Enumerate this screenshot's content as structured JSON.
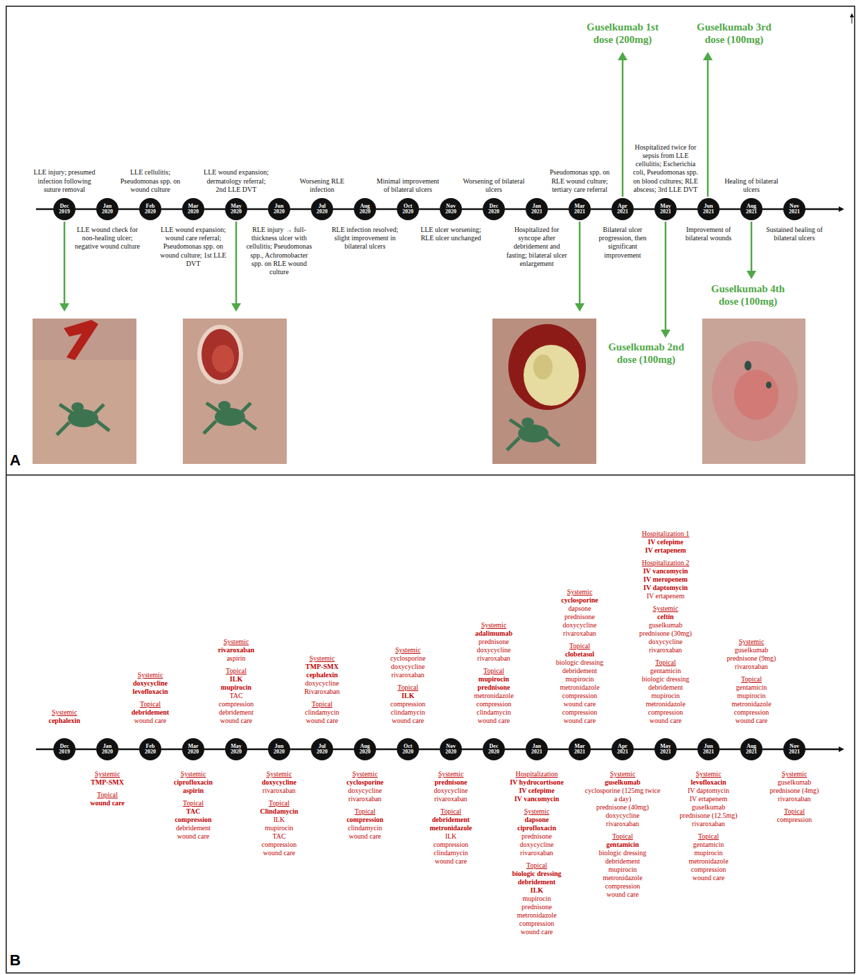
{
  "diagram": {
    "nodes": [
      {
        "text": [
          "Dec 2019"
        ]
      },
      {
        "text": [
          "Jan 2020"
        ]
      },
      {
        "text": [
          "Feb 2020"
        ]
      },
      {
        "text": [
          "Mar 2020"
        ]
      },
      {
        "text": [
          "May 2020"
        ]
      },
      {
        "text": [
          "Jun 2020"
        ]
      },
      {
        "text": [
          "Jul 2020"
        ]
      },
      {
        "text": [
          "Aug 2020"
        ]
      },
      {
        "text": [
          "Oct 2020"
        ]
      },
      {
        "text": [
          "Nov 2020"
        ]
      },
      {
        "text": [
          "Dec 2020"
        ]
      },
      {
        "text": [
          "Jan 2021"
        ]
      },
      {
        "text": [
          "Mar 2021"
        ]
      },
      {
        "text": [
          "Apr 2021"
        ]
      },
      {
        "text": [
          "May 2021"
        ]
      },
      {
        "text": [
          "Jun 2021"
        ]
      },
      {
        "text": [
          "Aug 2021"
        ]
      },
      {
        "text": [
          "Nov 2021"
        ]
      },
      {
        "text": [
          "Dec 2019"
        ]
      },
      {
        "text": [
          "Jan 2020"
        ]
      },
      {
        "text": [
          "Feb 2020"
        ]
      },
      {
        "text": [
          "Mar 2020"
        ]
      },
      {
        "text": [
          "May 2020"
        ]
      },
      {
        "text": [
          "Jun 2020"
        ]
      },
      {
        "text": [
          "Jul 2020"
        ]
      },
      {
        "text": [
          "Aug 2020"
        ]
      },
      {
        "text": [
          "Oct 2020"
        ]
      },
      {
        "text": [
          "Nov 2020"
        ]
      },
      {
        "text": [
          "Dec 2020"
        ]
      },
      {
        "text": [
          "Jan 2021"
        ]
      },
      {
        "text": [
          "Mar 2021"
        ]
      },
      {
        "text": [
          "Apr 2021"
        ]
      },
      {
        "text": [
          "May 2021"
        ]
      },
      {
        "text": [
          "Jun 2021"
        ]
      },
      {
        "text": [
          "Aug 2021"
        ]
      },
      {
        "text": [
          "Nov 2021"
        ]
      }
    ],
    "edges": [
      {
        "from": 0,
        "to": 1,
        "arrow": "none"
      },
      {
        "from": 1,
        "to": 2,
        "arrow": "none"
      },
      {
        "from": 2,
        "to": 3,
        "arrow": "none"
      },
      {
        "from": 3,
        "to": 4,
        "arrow": "none"
      },
      {
        "from": 4,
        "to": 5,
        "arrow": "none"
      },
      {
        "from": 5,
        "to": 6,
        "arrow": "none"
      },
      {
        "from": 6,
        "to": 7,
        "arrow": "none"
      },
      {
        "from": 7,
        "to": 8,
        "arrow": "none"
      },
      {
        "from": 8,
        "to": 9,
        "arrow": "none"
      },
      {
        "from": 9,
        "to": 10,
        "arrow": "none"
      },
      {
        "from": 10,
        "to": 11,
        "arrow": "none"
      },
      {
        "from": 11,
        "to": 12,
        "arrow": "none"
      },
      {
        "from": 12,
        "to": 13,
        "arrow": "none"
      },
      {
        "from": 13,
        "to": 14,
        "arrow": "none"
      },
      {
        "from": 14,
        "to": 15,
        "arrow": "none"
      },
      {
        "from": 15,
        "to": 16,
        "arrow": "none"
      },
      {
        "from": 16,
        "to": 17,
        "arrow": "none"
      },
      {
        "from": 18,
        "to": 19,
        "arrow": "none"
      },
      {
        "from": 19,
        "to": 20,
        "arrow": "none"
      },
      {
        "from": 20,
        "to": 21,
        "arrow": "none"
      },
      {
        "from": 21,
        "to": 22,
        "arrow": "none"
      },
      {
        "from": 22,
        "to": 23,
        "arrow": "none"
      },
      {
        "from": 23,
        "to": 24,
        "arrow": "none"
      },
      {
        "from": 24,
        "to": 25,
        "arrow": "none"
      },
      {
        "from": 25,
        "to": 26,
        "arrow": "none"
      },
      {
        "from": 26,
        "to": 27,
        "arrow": "none"
      },
      {
        "from": 27,
        "to": 28,
        "arrow": "none"
      },
      {
        "from": 28,
        "to": 29,
        "arrow": "none"
      },
      {
        "from": 29,
        "to": 30,
        "arrow": "none"
      },
      {
        "from": 30,
        "to": 31,
        "arrow": "none"
      },
      {
        "from": 31,
        "to": 32,
        "arrow": "none"
      },
      {
        "from": 32,
        "to": 33,
        "arrow": "none"
      },
      {
        "from": 33,
        "to": 34,
        "arrow": "none"
      },
      {
        "from": 34,
        "to": 35,
        "arrow": "none"
      }
    ],
    "labels": [
      "A",
      "LLE injury; presumed infection following suture removal",
      "LLE wound check for non-healing ulcer; negative wound culture",
      "LLE cellulitis; Pseudomonas spp. on wound culture",
      "LLE wound expansion; wound care referral; Pseudomonas spp. on wound culture; 1st LLE DVT",
      "LLE wound expansion; dermatology referral; 2nd LLE DVT",
      "RLE injury → full-thickness ulcer with cellulitis; Pseudomonas spp., Achromobacter spp. on RLE wound culture",
      "Worsening RLE infection",
      "RLE infection resolved; slight improvement in bilateral ulcers",
      "Minimal improvement of bilateral ulcers",
      "LLE ulcer worsening; RLE ulcer unchanged",
      "Worsening of bilateral ulcers",
      "Hospitalized for syncope after debridement and fasting; bilateral ulcer enlargement",
      "Pseudomonas spp. on RLE wound culture; tertiary care referral",
      "Bilateral ulcer progression, then significant improvement",
      "Hospitalized twice for sepsis from LLE cellulitis; Escherichia coli, Pseudomonas spp. on blood cultures; RLE abscess; 3rd LLE DVT",
      "Improvement of bilateral wounds",
      "Healing of bilateral ulcers",
      "Sustained healing of bilateral ulcers",
      "Guselkumab 1st dose (200mg)",
      "Guselkumab 2nd dose (100mg)",
      "Guselkumab 3rd dose (100mg)",
      "Guselkumab 4th dose (100mg)",
      "B",
      "Systemic",
      "cephalexin",
      "Systemic",
      "TMP-SMX",
      "Topical",
      "wound care",
      "Systemic",
      "doxycycline",
      "levofloxacin",
      "Topical",
      "debridement",
      "wound care",
      "Systemic",
      "ciprofloxacin",
      "aspirin",
      "Topical",
      "TAC",
      "compression",
      "debridement",
      "wound care",
      "Systemic",
      "rivaroxaban",
      "aspirin",
      "Topical",
      "ILK",
      "mupirocin",
      "TAC",
      "compression",
      "debridement",
      "wound care",
      "Systemic",
      "doxycycline",
      "rivaroxaban",
      "Topical",
      "Clindamycin",
      "ILK",
      "mupirocin",
      "TAC",
      "compression",
      "wound care",
      "Systemic",
      "TMP-SMX",
      "cephalexin",
      "doxycycline",
      "Rivaroxaban",
      "Topical",
      "clindamycin",
      "wound care",
      "Systemic",
      "cyclosporine",
      "doxycycline",
      "rivaroxaban",
      "Topical",
      "compression",
      "clindamycin",
      "wound care",
      "Systemic",
      "cyclosporine",
      "doxycycline",
      "rivaroxaban",
      "Topical",
      "ILK",
      "compression",
      "clindamycin",
      "wound care",
      "Systemic",
      "prednisone",
      "doxycycline",
      "rivaroxaban",
      "Topical",
      "debridement",
      "metronidazole",
      "ILK",
      "compression",
      "clindamycin",
      "wound care",
      "Systemic",
      "adalimumab",
      "prednisone",
      "doxycycline",
      "rivaroxaban",
      "Topical",
      "mupirocin",
      "prednisone",
      "metronidazole",
      "compression",
      "clindamycin",
      "wound care",
      "Hospitalization",
      "IV hydrocortisone",
      "IV cefepime",
      "IV vancomycin",
      "Systemic",
      "dapsone",
      "ciprofloxacin",
      "prednisone",
      "doxycycline",
      "rivaroxaban",
      "Topical",
      "biologic dressing",
      "debridement",
      "ILK",
      "mupirocin",
      "prednisone",
      "metronidazole",
      "compression",
      "wound care",
      "Systemic",
      "cyclosporine",
      "dapsone",
      "prednisone",
      "doxycycline",
      "rivaroxaban",
      "Topical",
      "clobetasol",
      "biologic dressing",
      "debridement",
      "mupirocin",
      "metronidazole",
      "compression",
      "wound care",
      "compression",
      "wound care",
      "Systemic",
      "guselkumab",
      "cyclosporine (125mg twice a day)",
      "prednisone (40mg)",
      "doxycycline",
      "rivaroxaban",
      "Topical",
      "gentamicin",
      "biologic dressing",
      "debridement",
      "mupirocin",
      "metronidazole",
      "compression",
      "wound care",
      "Hospitalization 1",
      "IV cefepime",
      "IV ertapenem",
      "Hospitalization 2",
      "IV vancomycin",
      "IV meropenem",
      "IV daptomycin",
      "IV ertapenem",
      "Systemic",
      "ceftin",
      "guselkumab",
      "prednisone (30mg)",
      "doxycycline",
      "rivaroxaban",
      "Topical",
      "gentamicin",
      "biologic dressing",
      "debridement",
      "mupirocin",
      "metronidazole",
      "compression",
      "wound care",
      "Systemic",
      "levofloxacin",
      "IV daptomycin",
      "IV ertapenem",
      "guselkumab",
      "prednisone (12.5mg)",
      "rivaroxaban",
      "Topical",
      "gentamicin",
      "mupirocin",
      "metronidazole",
      "compression",
      "wound care",
      "Systemic",
      "guselkumab",
      "prednisone (9mg)",
      "rivaroxaban",
      "Topical",
      "gentamicin",
      "mupirocin",
      "metronidazole",
      "compression",
      "wound care",
      "Systemic",
      "guselkumab",
      "prednisone (4mg)",
      "rivaroxaban",
      "Topical",
      "compression"
    ]
  }
}
